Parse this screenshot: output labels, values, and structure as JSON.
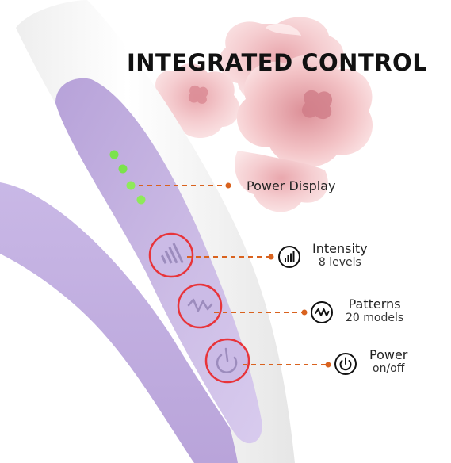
{
  "title": "INTEGRATED CONTROL",
  "colors": {
    "accent": "#d9621e",
    "device_purple": "#c8b6e3",
    "led_green": "#7be34b",
    "ring_red": "#e8343a",
    "rose_pink": "#f2c7c9"
  },
  "features": [
    {
      "label": "Power Display",
      "sub": "",
      "icon": "led-indicator"
    },
    {
      "label": "Intensity",
      "sub": "8 levels",
      "icon": "bars-icon"
    },
    {
      "label": "Patterns",
      "sub": "20 models",
      "icon": "wave-icon"
    },
    {
      "label": "Power",
      "sub": "on/off",
      "icon": "power-icon"
    }
  ]
}
